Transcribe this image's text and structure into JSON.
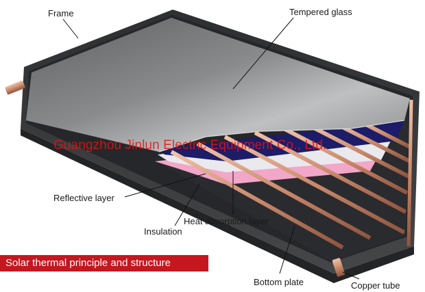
{
  "labels": {
    "frame": "Frame",
    "tempered_glass": "Tempered glass",
    "reflective_layer": "Reflective layer",
    "heat_absorption_layer": "Heat absorption layer",
    "insulation": "Insulation",
    "bottom_plate": "Bottom plate",
    "copper_tube": "Copper tube"
  },
  "watermark": "Guangzhou Jinlun Electric Equipment Co., Ltd.",
  "banner": {
    "text": "Solar thermal principle and structure",
    "color": "#c4171f"
  },
  "colors": {
    "frame": "#3a3b3d",
    "glass": "#7d7e80",
    "absorber": "#1c1c68",
    "reflective": "#e8e8ec",
    "insulation": "#f2a6c8",
    "copper": "#c98a6c"
  }
}
